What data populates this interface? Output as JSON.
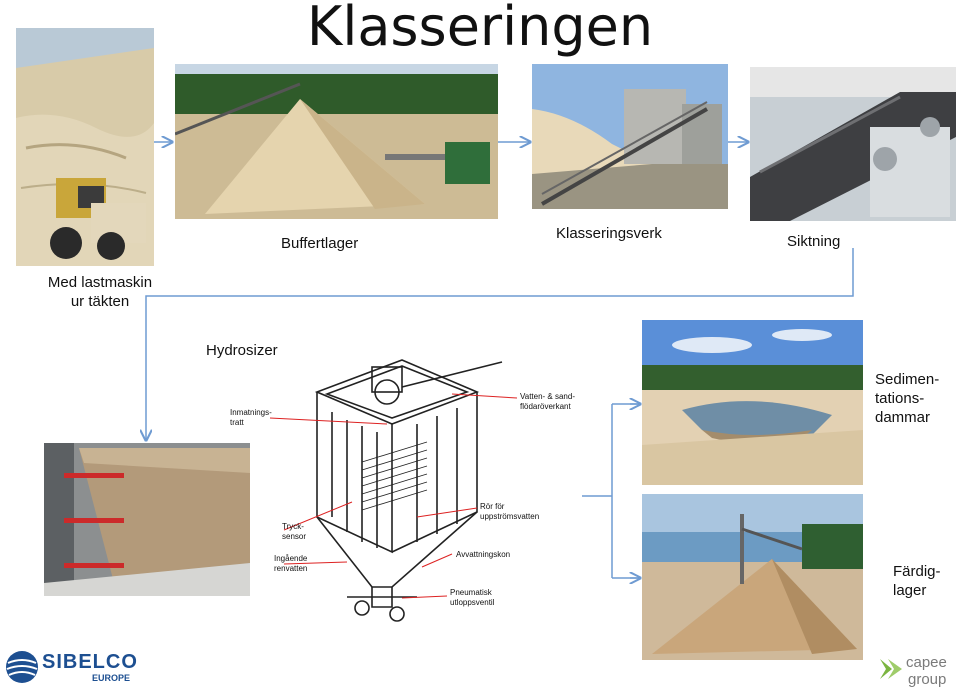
{
  "title": "Klasseringen",
  "stages": {
    "loader": {
      "caption": "Med lastmaskin\nur täkten",
      "icon": "wheel-loader-photo"
    },
    "buffer": {
      "caption": "Buffertlager",
      "icon": "sand-pile-photo"
    },
    "plant": {
      "caption": "Klasseringsverk",
      "icon": "conveyor-plant-photo"
    },
    "screening": {
      "caption": "Siktning",
      "icon": "screen-conveyor-photo"
    },
    "hydrosizer": {
      "caption": "Hydrosizer",
      "icon": "hydrosizer-tank-photo"
    },
    "ponds": {
      "caption": "Sedimen-\ntations-\ndammar",
      "icon": "sedimentation-ponds-photo"
    },
    "finished": {
      "caption": "Färdig-\nlager",
      "icon": "finished-pile-photo"
    }
  },
  "hydrosizer_diagram": {
    "labels": {
      "inlet": "Inmatnings-\ntratt",
      "overflow": "Vatten- & sand-\nflödaröverkant",
      "upstream": "Rör för\nuppströmsvatten",
      "sensor": "Tryck-\nsensor",
      "incoming": "Ingående\nrenvatten",
      "cone": "Avvattningskon",
      "valve": "Pneumatisk\nutloppsventil"
    }
  },
  "logos": {
    "sibelco_name": "SIBELCO",
    "sibelco_sub": "EUROPE",
    "capee_line1": "capee",
    "capee_line2": "group"
  },
  "colors": {
    "flow_arrow": "#6f9bd2",
    "sibelco_blue": "#1d4f91",
    "capee_green": "#7bb540",
    "capee_gray": "#7a7a7a"
  }
}
